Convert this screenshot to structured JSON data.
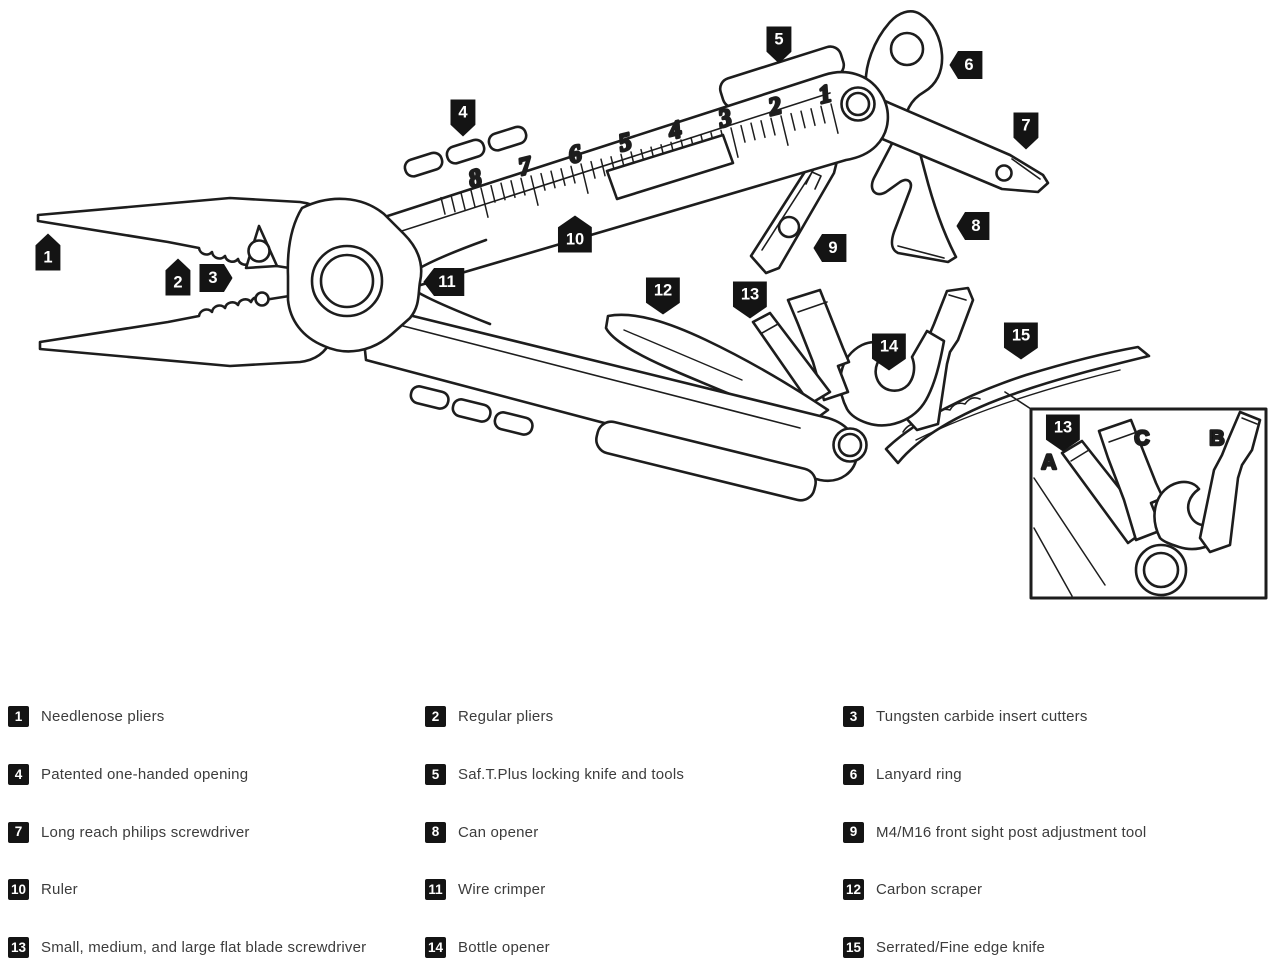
{
  "colors": {
    "ink": "#1d1d1d",
    "legend_text": "#3c3c3c",
    "marker_bg": "#141414",
    "marker_text": "#ffffff",
    "background": "#ffffff"
  },
  "diagram": {
    "markers": [
      {
        "label": "1"
      },
      {
        "label": "2"
      },
      {
        "label": "3"
      },
      {
        "label": "4"
      },
      {
        "label": "5"
      },
      {
        "label": "6"
      },
      {
        "label": "7"
      },
      {
        "label": "8"
      },
      {
        "label": "9"
      },
      {
        "label": "10"
      },
      {
        "label": "11"
      },
      {
        "label": "12"
      },
      {
        "label": "13"
      },
      {
        "label": "14"
      },
      {
        "label": "15"
      },
      {
        "label": "13"
      }
    ],
    "ruler_numbers": [
      "8",
      "7",
      "6",
      "5",
      "4",
      "3",
      "2",
      "1"
    ],
    "inset_labels": [
      "A",
      "C",
      "B"
    ]
  },
  "legend": {
    "items": [
      {
        "num": "1",
        "label": "Needlenose pliers"
      },
      {
        "num": "2",
        "label": "Regular pliers"
      },
      {
        "num": "3",
        "label": "Tungsten carbide insert cutters"
      },
      {
        "num": "4",
        "label": "Patented one-handed opening"
      },
      {
        "num": "5",
        "label": "Saf.T.Plus locking knife and tools"
      },
      {
        "num": "6",
        "label": "Lanyard ring"
      },
      {
        "num": "7",
        "label": "Long reach philips screwdriver"
      },
      {
        "num": "8",
        "label": "Can opener"
      },
      {
        "num": "9",
        "label": "M4/M16 front sight post adjustment tool"
      },
      {
        "num": "10",
        "label": "Ruler"
      },
      {
        "num": "11",
        "label": "Wire crimper"
      },
      {
        "num": "12",
        "label": "Carbon scraper"
      },
      {
        "num": "13",
        "label": "Small, medium, and large flat blade screwdriver"
      },
      {
        "num": "14",
        "label": "Bottle opener"
      },
      {
        "num": "15",
        "label": "Serrated/Fine edge knife"
      }
    ]
  }
}
